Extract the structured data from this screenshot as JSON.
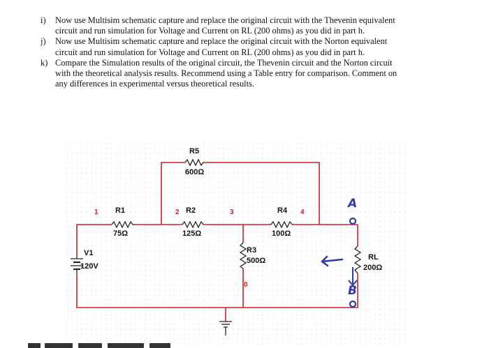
{
  "instructions": [
    {
      "marker": "i)",
      "lines": [
        "Now use Multisim schematic capture and replace the original circuit with the Thevenin equivalent",
        "circuit and run simulation for Voltage and Current on RL (200 ohms) as you did in part h."
      ]
    },
    {
      "marker": "j)",
      "lines": [
        "Now use Multisim schematic capture and replace the original circuit with the Norton equivalent",
        "circuit and run simulation for Voltage and Current on RL (200 ohms) as you did in part h."
      ]
    },
    {
      "marker": "k)",
      "lines": [
        "Compare the Simulation results of the original circuit, the Thevenin circuit and the Norton circuit",
        "with the theoretical analysis results. Recommend using a Table entry for comparison. Comment on",
        "any differences in experimental versus theoretical results."
      ]
    }
  ],
  "schematic": {
    "components": {
      "r1": {
        "name": "R1",
        "value": "75Ω"
      },
      "r2": {
        "name": "R2",
        "value": "125Ω"
      },
      "r3": {
        "name": "R3",
        "value": "500Ω"
      },
      "r4": {
        "name": "R4",
        "value": "100Ω"
      },
      "r5": {
        "name": "R5",
        "value": "600Ω"
      },
      "rl": {
        "name": "RL",
        "value": "200Ω"
      },
      "v1": {
        "name": "V1",
        "value": "120V"
      }
    },
    "nodes": {
      "n1": "1",
      "n2": "2",
      "n3": "3",
      "n4": "4",
      "n0": "0"
    },
    "annotations": {
      "terminal_a": "A",
      "terminal_b": "B"
    },
    "colors": {
      "wire": "#cc2222",
      "component": "#222222",
      "node_label": "#cc2222",
      "annotation": "#2f3aa8",
      "grid_dot": "#d8dde4"
    }
  }
}
